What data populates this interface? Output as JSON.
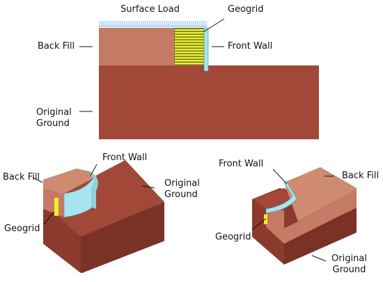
{
  "labels": {
    "surface_load": "Surface Load",
    "geogrid": "Geogrid",
    "back_fill": "Back Fill",
    "front_wall": "Front Wall",
    "original_ground_line1": "Original",
    "original_ground_line2": "Ground"
  },
  "colors": {
    "back_fill": "#c47a64",
    "back_fill_top": "#cf8a72",
    "original_ground": "#a24838",
    "original_ground_dark": "#8b3a2d",
    "original_ground_side": "#7a3226",
    "front_wall": "#a8e4ee",
    "geogrid": "#f2ee2c",
    "surface_load": "#5aa0e0",
    "outline": "#111111"
  }
}
